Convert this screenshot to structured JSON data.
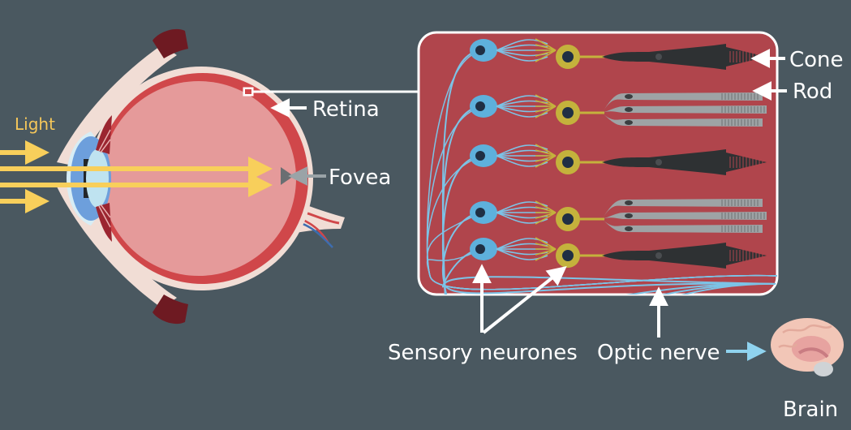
{
  "labels": {
    "light": "Light",
    "retina": "Retina",
    "fovea": "Fovea",
    "cone": "Cone",
    "rod": "Rod",
    "sensory_neurones": "Sensory neurones",
    "optic_nerve": "Optic nerve",
    "brain": "Brain"
  },
  "colors": {
    "background": "#4a5860",
    "eyeball": "#e59a9a",
    "retina_wall": "#d0474a",
    "sclera": "#f1ddd5",
    "eyelid": "#6e1a22",
    "lens": "#bfe3f0",
    "iris": "#6d9fdc",
    "light_rays": "#f8cf5b",
    "panel": "#b0454c",
    "bipolar_cell": "#c4b23c",
    "ganglion_cell": "#5eb0dc",
    "cone_cell": "#2e3133",
    "rod_cell": "#9ea3a5",
    "nerve_fibers": "#7cc3e6",
    "brain": "#f2c6b7"
  },
  "icons": [
    "arrow-icon",
    "brain-icon",
    "eye-icon"
  ]
}
